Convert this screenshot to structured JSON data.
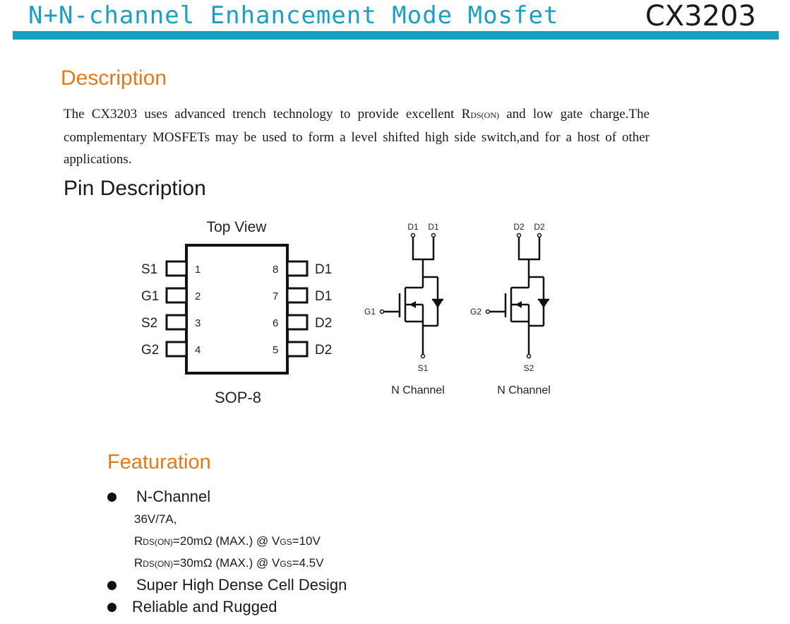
{
  "header": {
    "title": "N+N-channel Enhancement Mode Mosfet",
    "part_number": "CX3203",
    "accent_color": "#1a9fc4"
  },
  "description": {
    "heading": "Description",
    "heading_color": "#e07b1a",
    "text_before": "The CX3203 uses advanced trench technology to provide excellent R",
    "rds_sub": "DS(ON)",
    "text_after": " and low gate charge.The complementary MOSFETs may be used to form a level shifted high side switch,and for a host of other applications."
  },
  "pin_description": {
    "heading": "Pin Description",
    "package": {
      "top_label": "Top View",
      "bottom_label": "SOP-8",
      "left_pins": [
        {
          "name": "S1",
          "number": "1"
        },
        {
          "name": "G1",
          "number": "2"
        },
        {
          "name": "S2",
          "number": "3"
        },
        {
          "name": "G2",
          "number": "4"
        }
      ],
      "right_pins": [
        {
          "name": "D1",
          "number": "8"
        },
        {
          "name": "D1",
          "number": "7"
        },
        {
          "name": "D2",
          "number": "6"
        },
        {
          "name": "D2",
          "number": "5"
        }
      ]
    },
    "channels": [
      {
        "drain_a": "D1",
        "drain_b": "D1",
        "gate": "G1",
        "source": "S1",
        "label": "N Channel"
      },
      {
        "drain_a": "D2",
        "drain_b": "D2",
        "gate": "G2",
        "source": "S2",
        "label": "N Channel"
      }
    ]
  },
  "features": {
    "heading": "Featuration",
    "items": [
      {
        "label": "N-Channel"
      },
      {
        "label": "Super High Dense Cell Design"
      },
      {
        "label": "Reliable and Rugged"
      }
    ],
    "specs": {
      "voltage_current": "36V/7A,",
      "r_symbol": "R",
      "r_sub": "DS(ON)",
      "v_symbol": "V",
      "v_sub": "GS",
      "line1_value": "=20mΩ  (MAX.) @ ",
      "line1_cond": "=10V",
      "line2_value": "=30mΩ  (MAX.) @ ",
      "line2_cond": "=4.5V"
    }
  }
}
